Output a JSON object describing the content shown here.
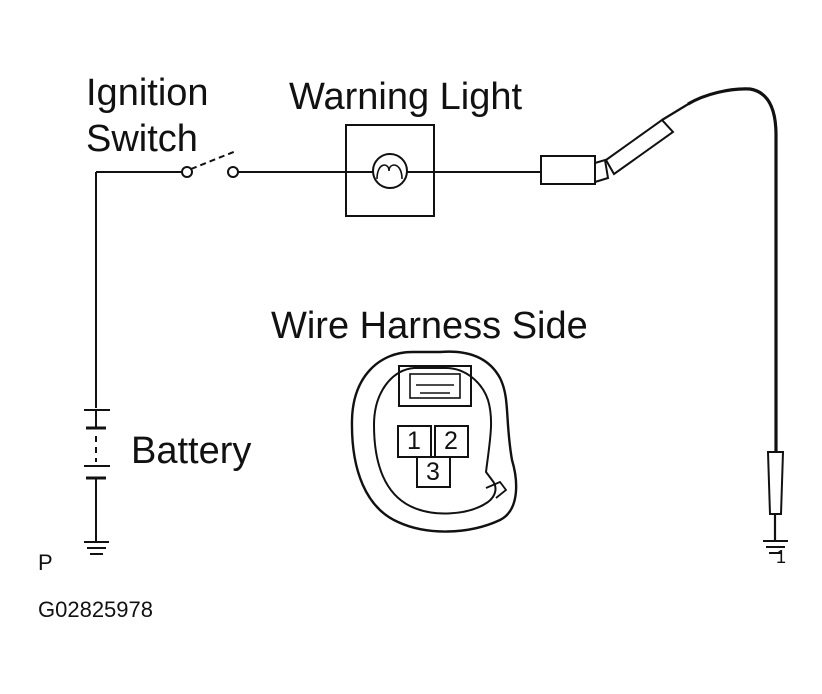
{
  "labels": {
    "ignition_switch_line1": "Ignition",
    "ignition_switch_line2": "Switch",
    "warning_light": "Warning Light",
    "wire_harness_side": "Wire Harness Side",
    "battery": "Battery",
    "page_marker": "P",
    "figure_code": "G02825978",
    "ground_ref": "1"
  },
  "connector": {
    "pins": [
      "1",
      "2",
      "3"
    ]
  },
  "colors": {
    "line": "#111111",
    "background": "#ffffff"
  }
}
